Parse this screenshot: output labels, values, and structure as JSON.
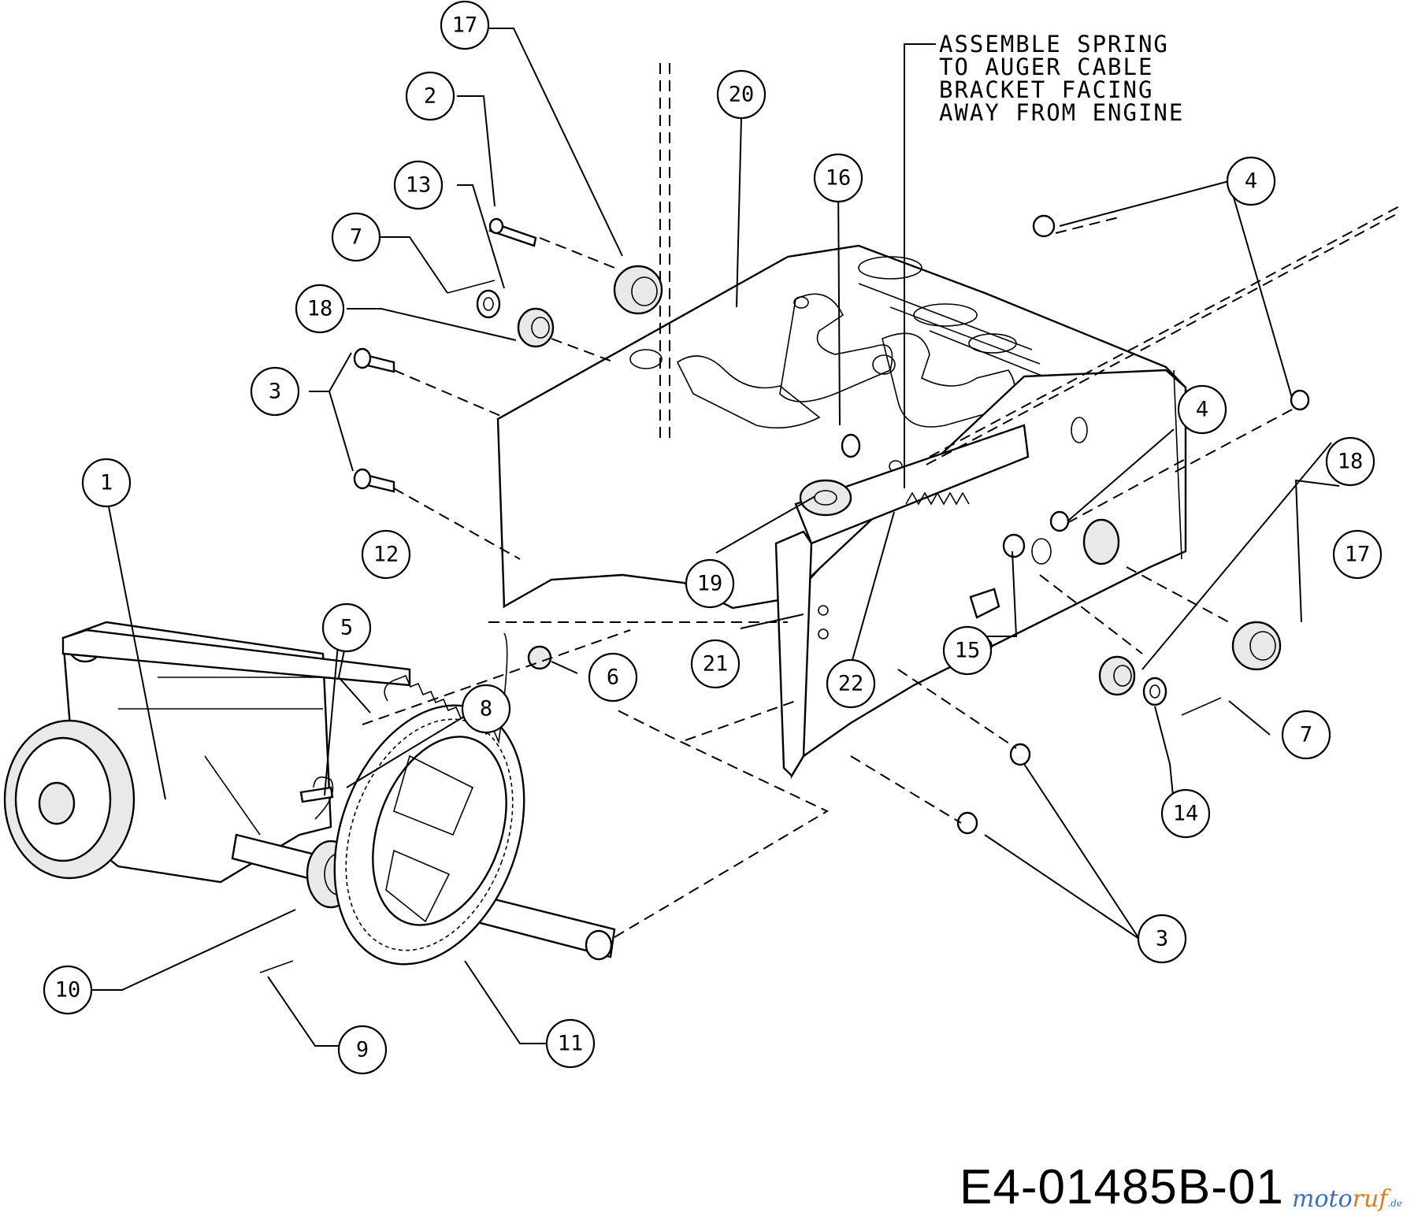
{
  "note": {
    "lines": [
      "ASSEMBLE SPRING",
      "TO AUGER CABLE",
      "BRACKET FACING",
      "AWAY FROM ENGINE"
    ]
  },
  "callouts": {
    "c1": "1",
    "c2": "2",
    "c3a": "3",
    "c3b": "3",
    "c4a": "4",
    "c4b": "4",
    "c5": "5",
    "c6": "6",
    "c7a": "7",
    "c7b": "7",
    "c8": "8",
    "c9": "9",
    "c10": "10",
    "c11": "11",
    "c12": "12",
    "c13": "13",
    "c14": "14",
    "c15": "15",
    "c16": "16",
    "c17a": "17",
    "c17b": "17",
    "c18a": "18",
    "c18b": "18",
    "c19": "19",
    "c20": "20",
    "c21": "21",
    "c22": "22"
  },
  "drawing_id": "E4-01485B-01",
  "watermark": {
    "part1": "moto",
    "part2": "ruf",
    "part3": ".de"
  }
}
